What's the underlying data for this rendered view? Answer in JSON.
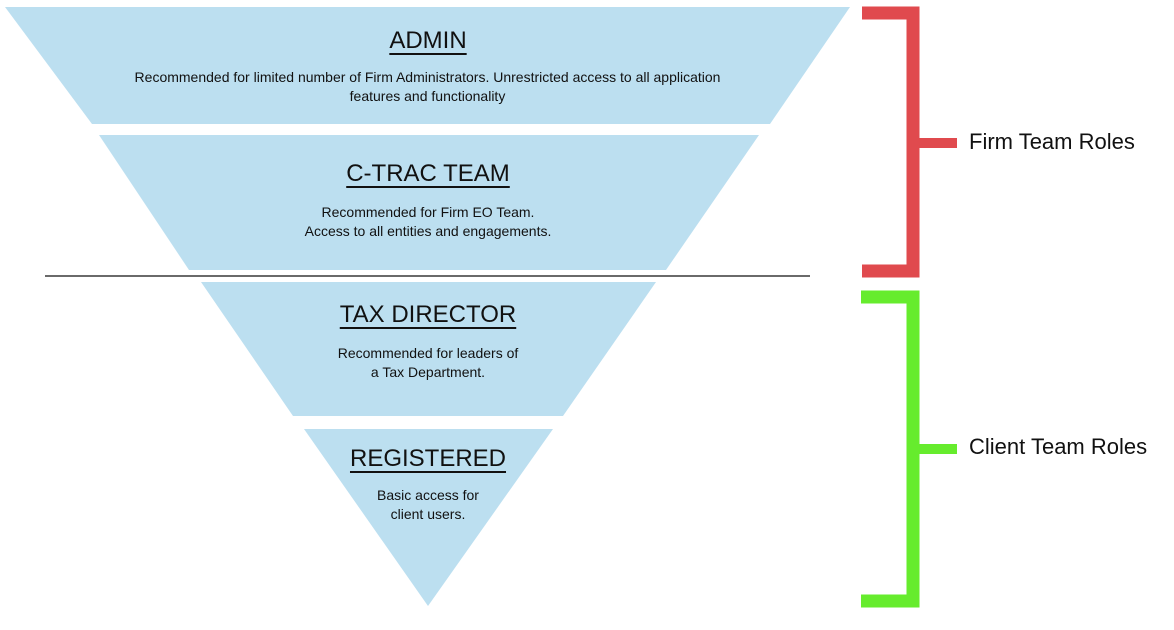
{
  "colors": {
    "tier_fill": "#bcdff0",
    "firm_bracket": "#e04a4e",
    "client_bracket": "#66ec2d",
    "divider": "#111111"
  },
  "tiers": [
    {
      "title": "ADMIN",
      "description": "Recommended for limited number of Firm Administrators. Unrestricted access to all application features and functionality"
    },
    {
      "title": "C-TRAC TEAM",
      "description": "Recommended for Firm EO Team.\nAccess to all entities and engagements."
    },
    {
      "title": "TAX DIRECTOR",
      "description": "Recommended for leaders of\na Tax Department."
    },
    {
      "title": "REGISTERED",
      "description": "Basic access for\nclient users."
    }
  ],
  "groups": {
    "firm": {
      "label": "Firm Team Roles"
    },
    "client": {
      "label": "Client Team Roles"
    }
  }
}
